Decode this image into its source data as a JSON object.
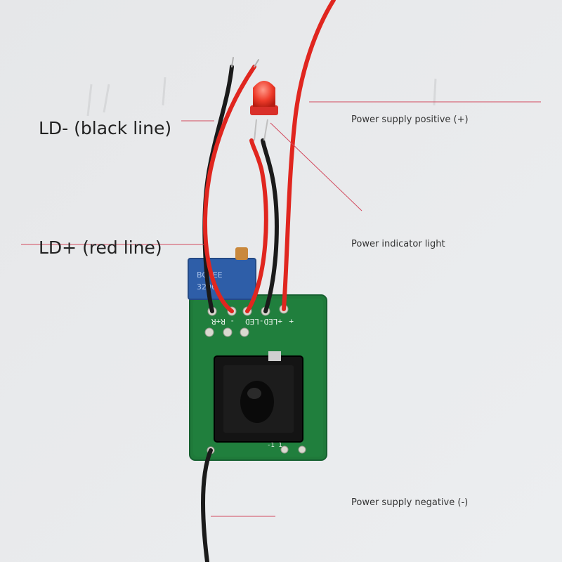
{
  "annotations": {
    "ld_minus": "LD- (black line)",
    "ld_plus": "LD+ (red line)",
    "supply_positive": "Power supply positive (+)",
    "indicator": "Power indicator light",
    "supply_negative": "Power supply negative (-)"
  },
  "board": {
    "silkscreen_left": "- R+R",
    "silkscreen_mid": "+LED-LED",
    "silkscreen_right": "+",
    "bottom_marks": "-1 1"
  },
  "colors": {
    "background": "#e9eaec",
    "pcb_green": "#1f7a3a",
    "wire_red": "#e0261f",
    "wire_black": "#1a1a1a",
    "pot_blue": "#2e5ea8",
    "switch_black": "#111111",
    "leader_line": "#d24a5e"
  }
}
